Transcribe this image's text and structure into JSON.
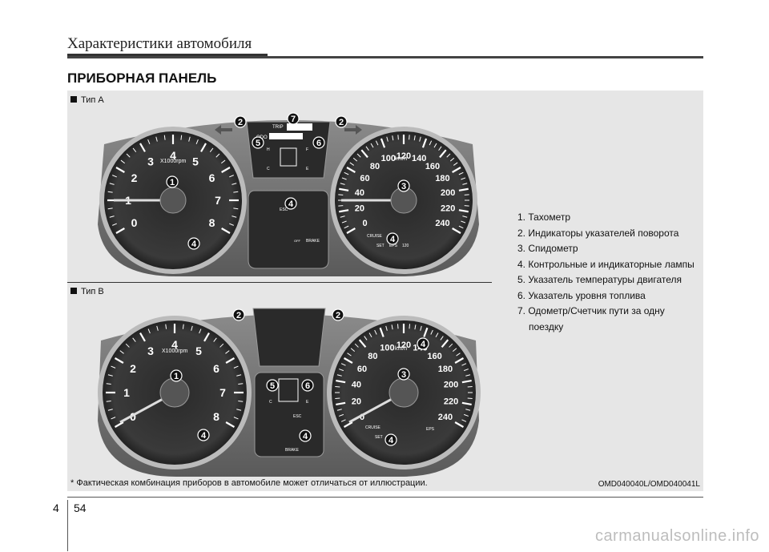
{
  "header": {
    "title": "Характеристики автомобиля"
  },
  "section_title": "ПРИБОРНАЯ ПАНЕЛЬ",
  "type_a": "Тип A",
  "type_b": "Тип B",
  "tachometer": {
    "numbers": [
      "0",
      "1",
      "2",
      "3",
      "4",
      "5",
      "6",
      "7",
      "8"
    ],
    "unit": "X1000rpm"
  },
  "speedometer": {
    "numbers": [
      "0",
      "20",
      "40",
      "60",
      "80",
      "100",
      "120",
      "140",
      "160",
      "180",
      "200",
      "220",
      "240"
    ],
    "unit": "km/h"
  },
  "cluster_a_text": {
    "trip": "TRIP",
    "odo": "ODO",
    "cruise": "CRUISE",
    "set": "SET",
    "eps": "EPS",
    "speed120": "120",
    "h": "H",
    "c": "C",
    "f": "F",
    "e": "E",
    "esc": "ESC",
    "brake": "BRAKE",
    "off": "OFF"
  },
  "callouts_a": [
    "1",
    "2",
    "2",
    "3",
    "4",
    "4",
    "4",
    "5",
    "6",
    "7"
  ],
  "callouts_b": [
    "1",
    "2",
    "2",
    "3",
    "4",
    "4",
    "4",
    "4",
    "5",
    "6"
  ],
  "legend": [
    "1. Тахометр",
    "2. Индикаторы указателей поворота",
    "3. Спидометр",
    "4. Контрольные и индикаторные лампы",
    "5. Указатель температуры двигателя",
    "6. Указатель уровня топлива",
    "7. Одометр/Счетчик пути за одну"
  ],
  "legend_cont": "поездку",
  "footnote": "* Фактическая комбинация приборов в автомобиле может отличаться от иллюстрации.",
  "image_code": "OMD040040L/OMD040041L",
  "page": {
    "chapter": "4",
    "number": "54"
  },
  "watermark": "carmanualsonline.info"
}
